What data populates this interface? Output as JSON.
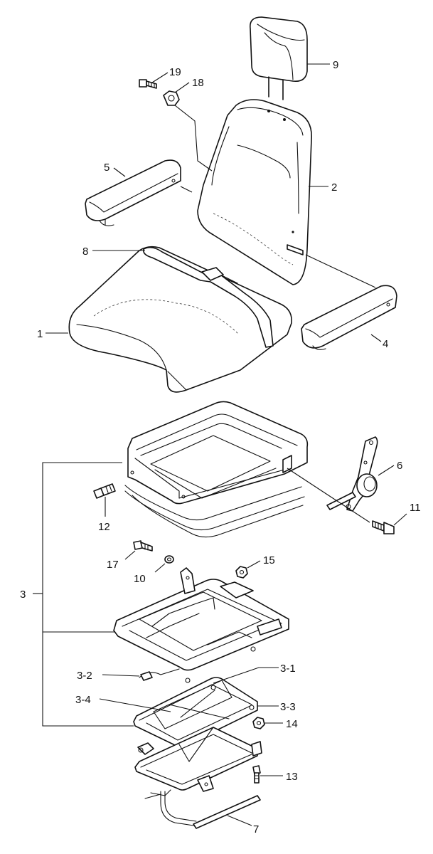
{
  "labels": {
    "p1": "1",
    "p2": "2",
    "p3": "3",
    "p3_1": "3-1",
    "p3_2": "3-2",
    "p3_3": "3-3",
    "p3_4": "3-4",
    "p4": "4",
    "p5": "5",
    "p6": "6",
    "p7": "7",
    "p8": "8",
    "p9": "9",
    "p10": "10",
    "p11": "11",
    "p12": "12",
    "p13": "13",
    "p14": "14",
    "p15": "15",
    "p17": "17",
    "p18": "18",
    "p19": "19"
  }
}
